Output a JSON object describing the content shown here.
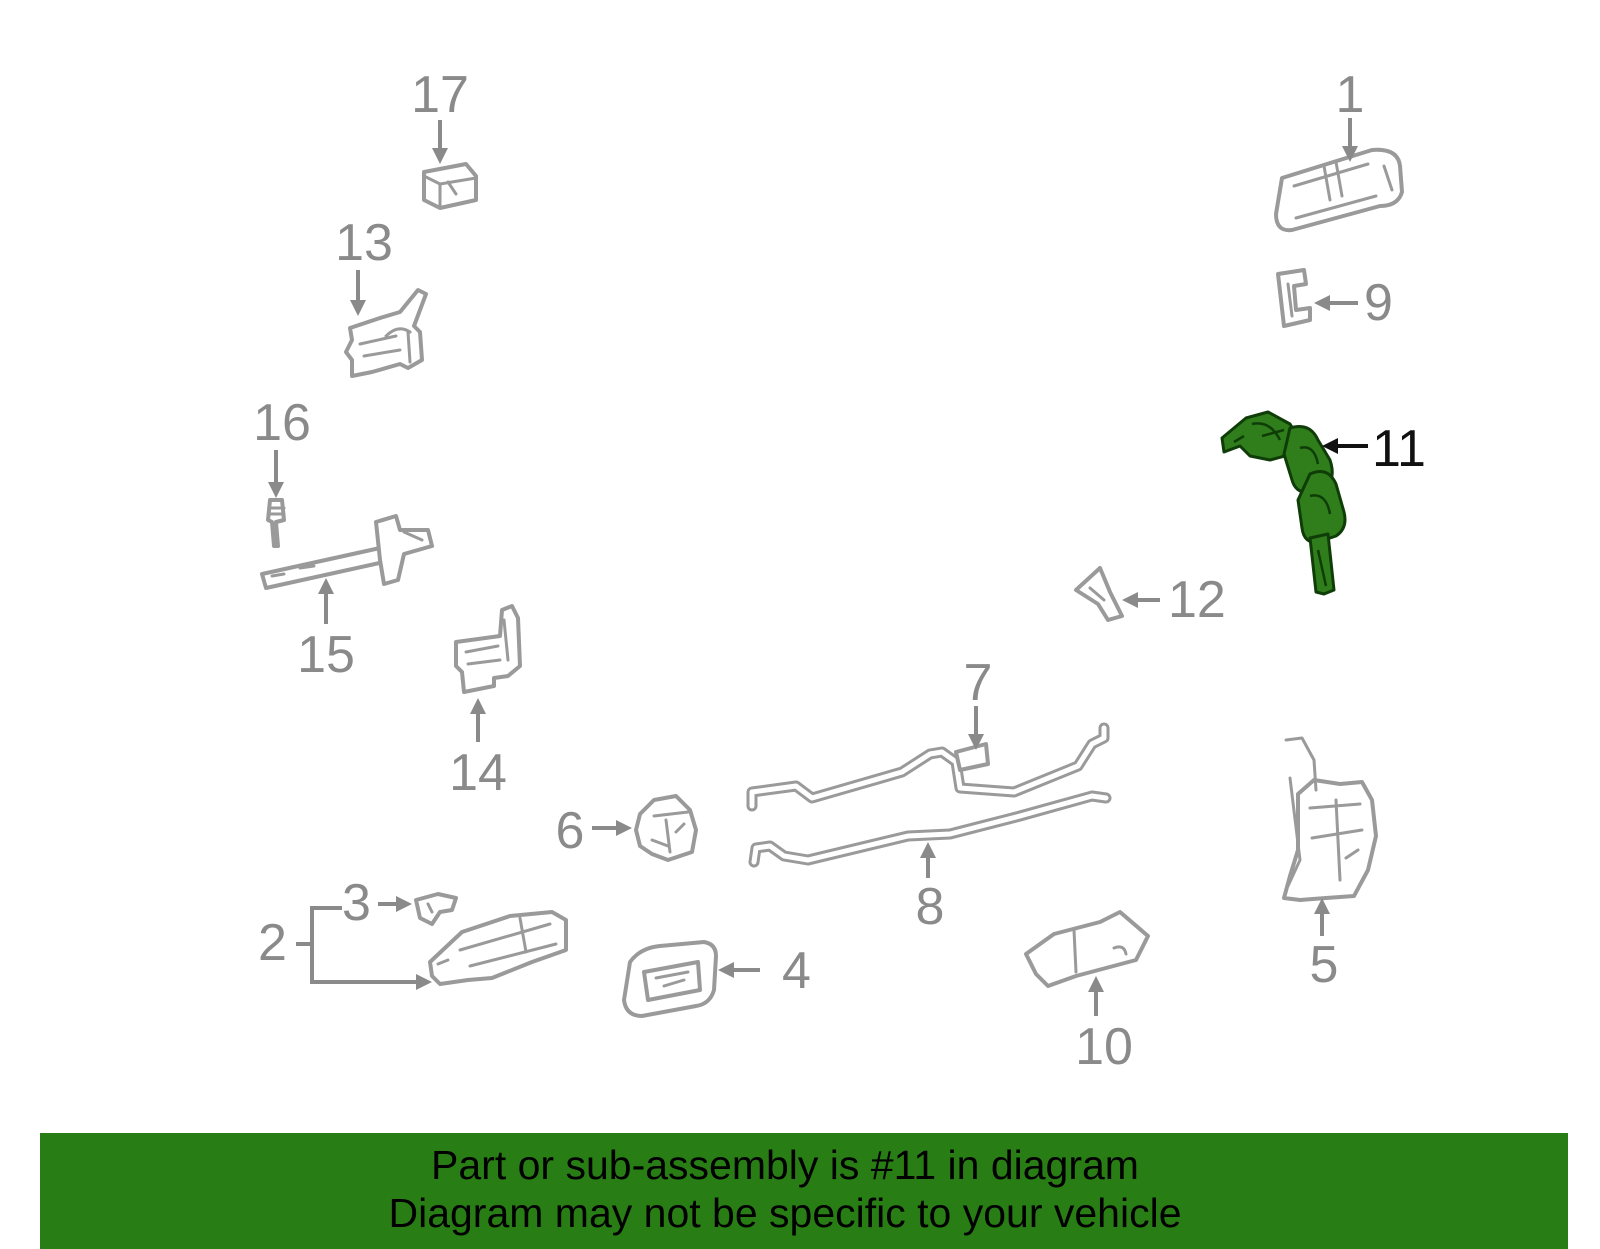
{
  "diagram": {
    "highlighted_callout": "11",
    "highlight_color": "#2f7d1b",
    "callouts": {
      "c1": "1",
      "c2": "2",
      "c3": "3",
      "c4": "4",
      "c5": "5",
      "c6": "6",
      "c7": "7",
      "c8": "8",
      "c9": "9",
      "c10": "10",
      "c11": "11",
      "c12": "12",
      "c13": "13",
      "c14": "14",
      "c15": "15",
      "c16": "16",
      "c17": "17"
    }
  },
  "banner": {
    "line1": "Part or sub-assembly is #11 in diagram",
    "line2": "Diagram may not be specific to your vehicle",
    "background": "#287e15"
  }
}
